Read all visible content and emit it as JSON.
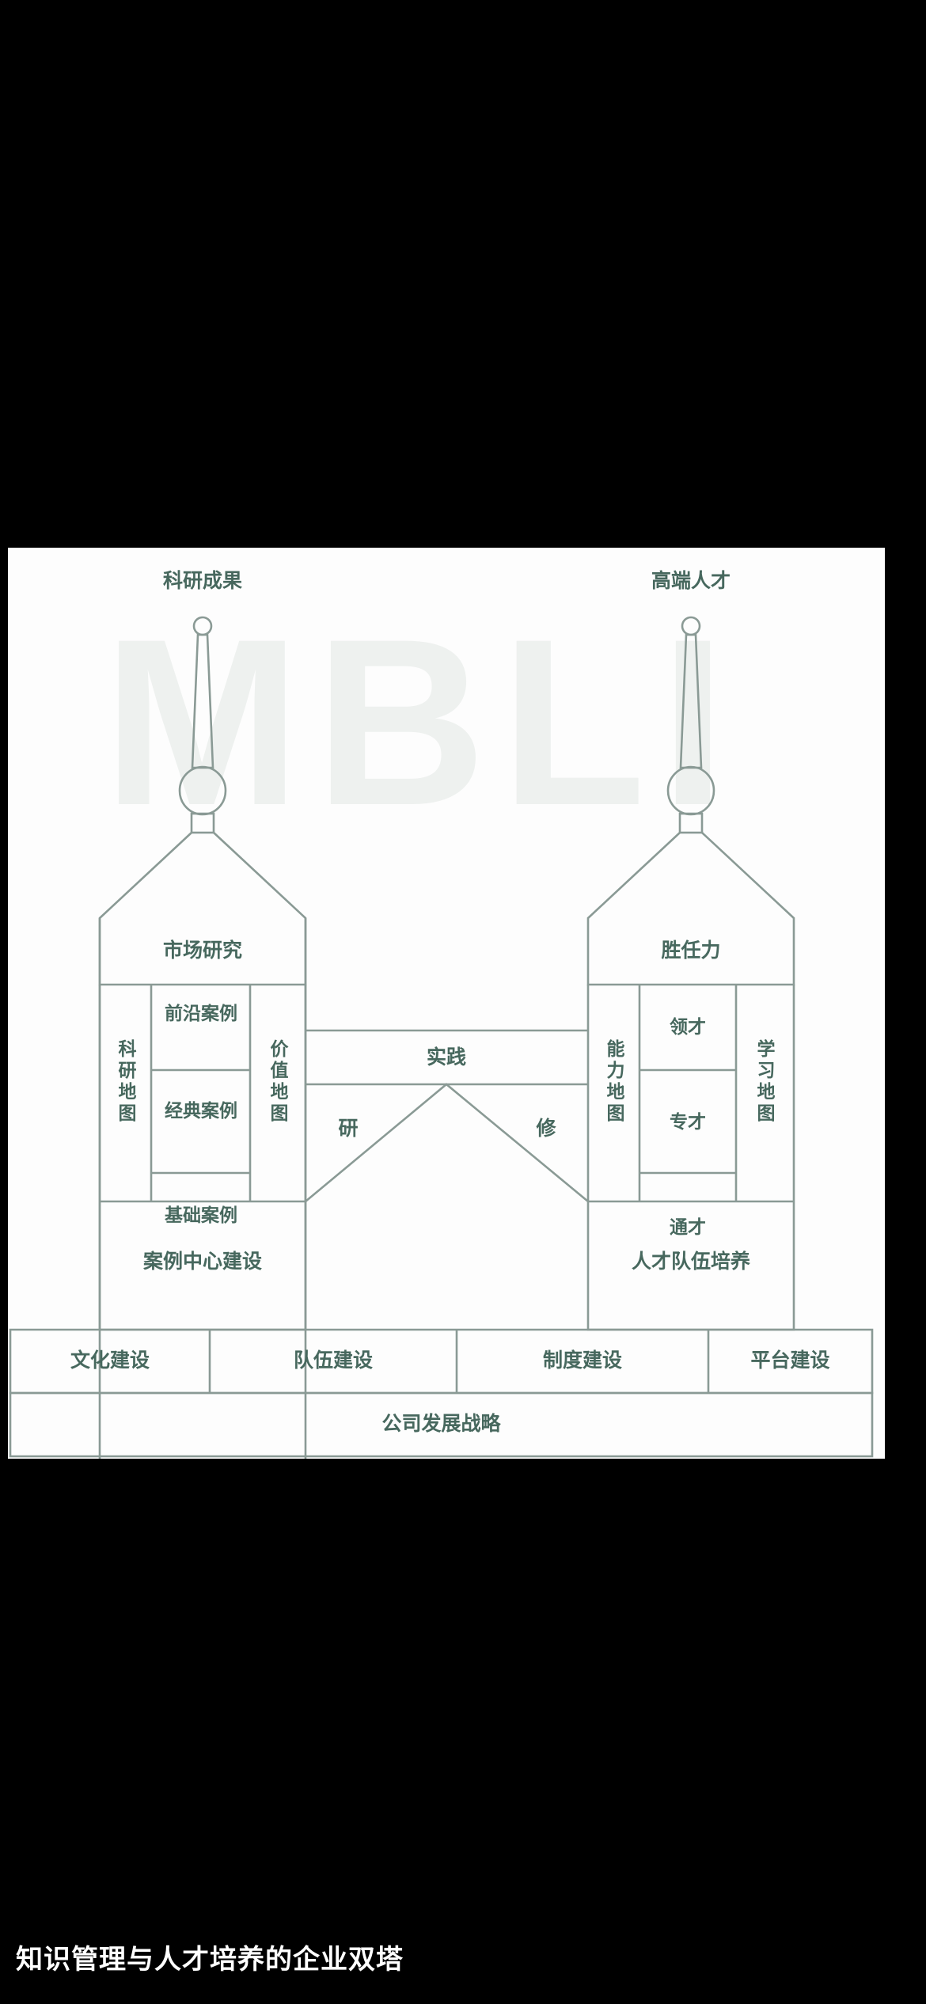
{
  "caption": "知识管理与人才培养的企业双塔",
  "colors": {
    "background": "#000000",
    "panel": "#fdfdfd",
    "stroke": "#8a9a95",
    "text": "#47685e",
    "topbar": "#1f4137",
    "caption_text": "#ffffff"
  },
  "watermark": "MBLI",
  "diagram": {
    "left_tower": {
      "spire_label": "科研成果",
      "roof_label": "市场研究",
      "left_column": "科研地图",
      "right_column": "价值地图",
      "cells": [
        "前沿案例",
        "经典案例",
        "基础案例"
      ],
      "base_label": "案例中心建设"
    },
    "right_tower": {
      "spire_label": "高端人才",
      "roof_label": "胜任力",
      "left_column": "能力地图",
      "right_column": "学习地图",
      "cells": [
        "领才",
        "专才",
        "通才"
      ],
      "base_label": "人才队伍培养"
    },
    "bridge": {
      "top_label": "实践",
      "left_label": "研",
      "right_label": "修"
    },
    "foundation": [
      "文化建设",
      "队伍建设",
      "制度建设",
      "平台建设"
    ],
    "strategy": "公司发展战略"
  }
}
